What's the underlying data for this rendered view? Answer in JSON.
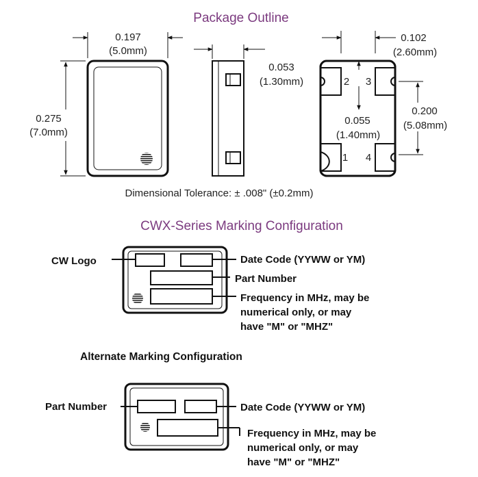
{
  "titles": {
    "package_outline": "Package Outline",
    "marking": "CWX-Series Marking Configuration",
    "alternate": "Alternate Marking Configuration"
  },
  "dims": {
    "width_in": "0.197",
    "width_mm": "(5.0mm)",
    "height_in": "0.275",
    "height_mm": "(7.0mm)",
    "thickness_in": "0.053",
    "thickness_mm": "(1.30mm)",
    "pad_width_in": "0.102",
    "pad_width_mm": "(2.60mm)",
    "pad_pitch_in": "0.200",
    "pad_pitch_mm": "(5.08mm)",
    "pad_height_in": "0.055",
    "pad_height_mm": "(1.40mm)"
  },
  "pins": [
    "1",
    "2",
    "3",
    "4"
  ],
  "tolerance": "Dimensional Tolerance: ± .008\" (±0.2mm)",
  "marking": {
    "cw_logo": "CW Logo",
    "date_code": "Date Code (YYWW or YM)",
    "part_number": "Part Number",
    "freq_line1": "Frequency in MHz, may be",
    "freq_line2": "numerical only, or may",
    "freq_line3": "have \"M\" or \"MHZ\""
  },
  "alternate": {
    "part_number": "Part Number",
    "date_code": "Date Code (YYWW or YM)",
    "freq_line1": "Frequency in MHz, may be",
    "freq_line2": "numerical only, or may",
    "freq_line3": "have \"M\" or \"MHZ\""
  }
}
